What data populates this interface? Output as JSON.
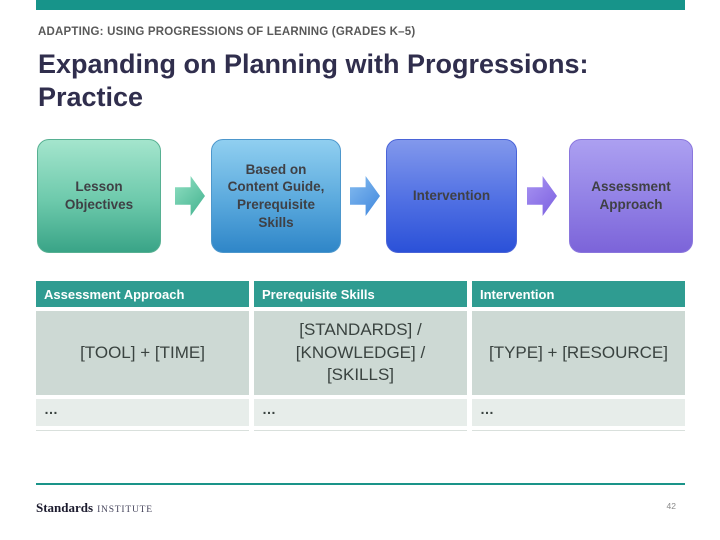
{
  "slide": {
    "eyebrow": "ADAPTING: USING PROGRESSIONS OF LEARNING (GRADES K–5)",
    "title": "Expanding on Planning with Progressions: Practice",
    "page_number": "42"
  },
  "flow": {
    "boxes": [
      {
        "label": "Lesson Objectives",
        "color_top": "#a4e5cd",
        "color_bottom": "#3aa487"
      },
      {
        "label": "Based on Content Guide, Prerequisite Skills",
        "color_top": "#90cff0",
        "color_bottom": "#2f86c8"
      },
      {
        "label": "Intervention",
        "color_top": "#8298ec",
        "color_bottom": "#2b51d8"
      },
      {
        "label": "Assessment Approach",
        "color_top": "#aca0f1",
        "color_bottom": "#7c64d9"
      }
    ],
    "arrows": [
      {
        "name": "arrow-right-green",
        "color": "#41b18e"
      },
      {
        "name": "arrow-right-blue",
        "color": "#3f86dd"
      },
      {
        "name": "arrow-right-purple",
        "color": "#7b5fe0"
      }
    ]
  },
  "table": {
    "headers": [
      "Assessment Approach",
      "Prerequisite Skills",
      "Intervention"
    ],
    "rows": [
      [
        "[TOOL] + [TIME]",
        "[STANDARDS] / [KNOWLEDGE] / [SKILLS]",
        "[TYPE] + [RESOURCE]"
      ],
      [
        "…",
        "…",
        "…"
      ]
    ],
    "header_color": "#2f9c91",
    "row1_color": "#cdd9d4",
    "row2_color": "#e7edea"
  },
  "footer": {
    "logo_primary": "Standards",
    "logo_secondary": "INSTITUTE"
  },
  "colors": {
    "top_bar": "#17948a",
    "title_text": "#302e4d",
    "eyebrow_text": "#595959",
    "footer_line": "#1a9489"
  }
}
